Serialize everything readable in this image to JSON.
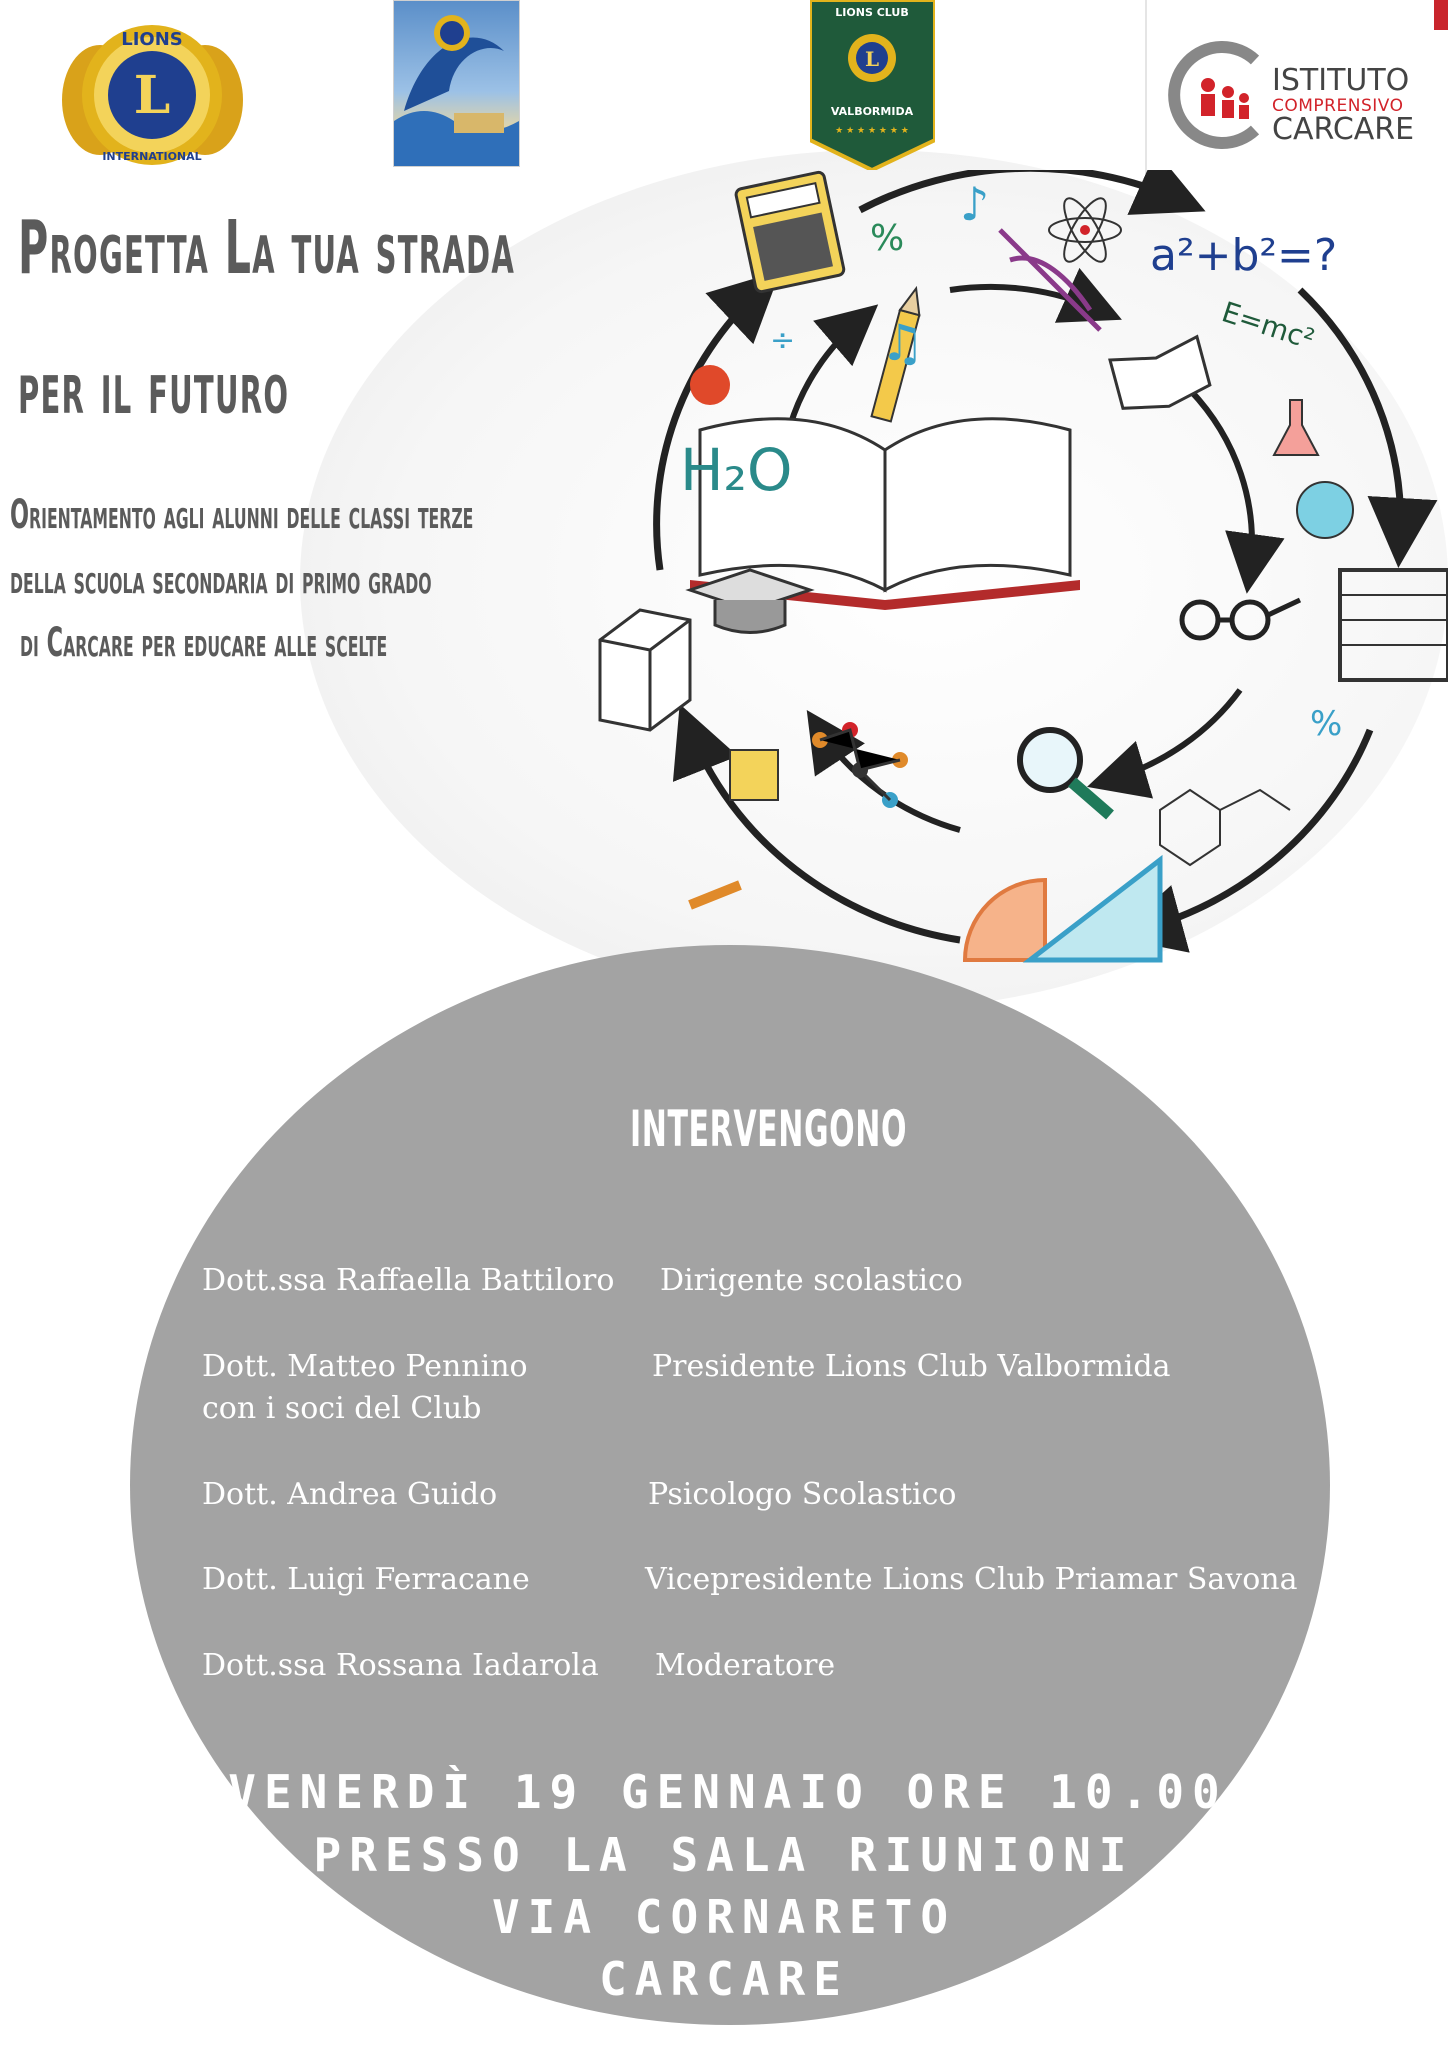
{
  "header": {
    "logos": [
      {
        "name": "lions-international-logo",
        "text_top": "LIONS",
        "text_bottom": "INTERNATIONAL",
        "letter": "L"
      },
      {
        "name": "lions-club-priamar-savona-logo"
      },
      {
        "name": "lions-club-valbormida-logo",
        "text_top": "LIONS CLUB",
        "text_bottom": "VALBORMIDA"
      },
      {
        "name": "istituto-comprensivo-carcare-logo",
        "line1": "ISTITUTO",
        "line2": "COMPRENSIVO",
        "line3": "CARCARE"
      }
    ]
  },
  "title": {
    "line1": "Progetta La tua strada",
    "line2": "per il futuro"
  },
  "subtitle": {
    "line1": "Orientamento agli alunni delle classi terze",
    "line2": "della scuola secondaria di primo grado",
    "line3": "di  Carcare per educare alle scelte"
  },
  "illustration": {
    "formula1": "a²+b²=?",
    "formula2": "E=mc²",
    "h2o": "H₂O"
  },
  "speakers": {
    "heading": "INTERVENGONO",
    "list": [
      {
        "name": "Dott.ssa Raffaella Battiloro",
        "role": "Dirigente scolastico"
      },
      {
        "name": "Dott. Matteo Pennino",
        "name_extra": "con i soci del Club",
        "role": "Presidente Lions Club Valbormida"
      },
      {
        "name": "Dott. Andrea Guido",
        "role": "Psicologo Scolastico"
      },
      {
        "name": "Dott. Luigi Ferracane",
        "role": "Vicepresidente Lions Club Priamar Savona"
      },
      {
        "name": "Dott.ssa Rossana Iadarola",
        "role": "Moderatore"
      }
    ]
  },
  "event": {
    "line1": "VENERDÌ 19 GENNAIO ORE 10.00",
    "line2": "PRESSO  LA SALA RIUNIONI",
    "line3": "VIA CORNARETO",
    "line4": "CARCARE"
  },
  "colors": {
    "title_gray": "#5b5b5b",
    "circle_gray": "#a3a3a3",
    "lions_gold": "#e2b31c",
    "lions_blue": "#1f3f8f",
    "istituto_red": "#d2232a",
    "valbormida_green": "#1f5a3a"
  }
}
